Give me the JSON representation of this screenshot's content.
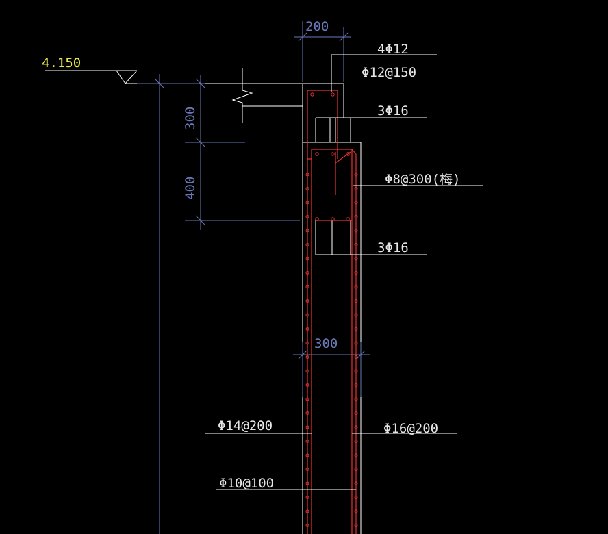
{
  "colors": {
    "background": "#000000",
    "concrete": "#ffffff",
    "rebar": "#e83232",
    "dimension": "#5a6fb8",
    "elevation": "#e8e84a"
  },
  "elevation": {
    "label": "4.150"
  },
  "dimensions": {
    "beam_width": "200",
    "wall_width": "300",
    "height_upper": "300",
    "height_lower": "400"
  },
  "rebar_labels": {
    "top_bars": "4Φ12",
    "top_stirrup": "Φ12@150",
    "beam_top": "3Φ16",
    "tie": "Φ8@300(梅)",
    "beam_bottom": "3Φ16",
    "wall_left_vertical": "Φ14@200",
    "wall_right_vertical": "Φ16@200",
    "wall_horizontal": "Φ10@100"
  }
}
